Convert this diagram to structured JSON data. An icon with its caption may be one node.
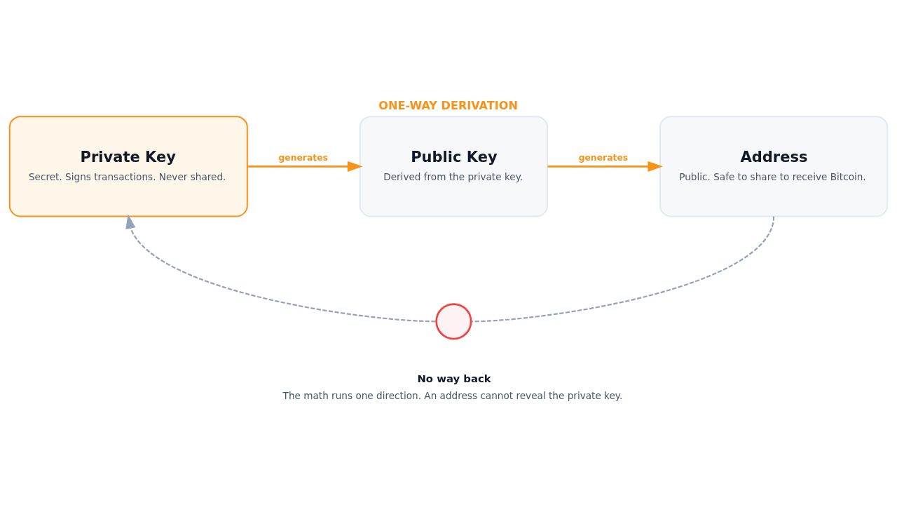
{
  "diagram": {
    "title": "ONE-WAY DERIVATION",
    "nodes": [
      {
        "text": [
          "Private Key",
          "Secret. Signs transactions. Never shared."
        ]
      },
      {
        "text": [
          "Public Key",
          "Derived from the private key."
        ]
      },
      {
        "text": [
          "Address",
          "Public. Safe to share to receive Bitcoin."
        ]
      },
      {
        "text": [],
        "shape": "circle",
        "beside": [
          "No way back",
          "The math runs one direction. An address cannot reveal the private key."
        ]
      }
    ],
    "edges": [
      {
        "from": 0,
        "to": 1,
        "arrow": "to",
        "label": "generates",
        "color": "#f7931a"
      },
      {
        "from": 1,
        "to": 2,
        "arrow": "to",
        "label": "generates",
        "color": "#f7931a"
      },
      {
        "from": 2,
        "to": 3,
        "arrow": "none",
        "style": "dashed",
        "color": "#94a3b8"
      },
      {
        "from": 3,
        "to": 0,
        "arrow": "to",
        "style": "dashed",
        "color": "#94a3b8"
      }
    ]
  }
}
